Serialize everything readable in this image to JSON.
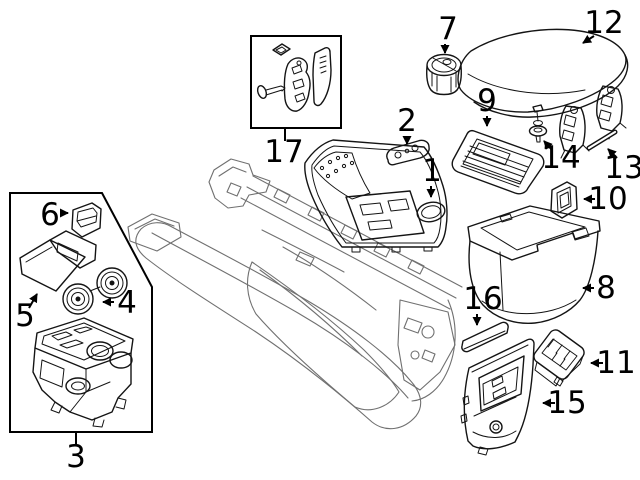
{
  "figure": {
    "type": "exploded-parts-diagram",
    "subject": "vehicle center console assembly",
    "background": "#ffffff",
    "part_line_color": "#141414",
    "body_line_color": "#707070",
    "label_color": "#000000"
  },
  "callouts": [
    {
      "num": "1"
    },
    {
      "num": "2"
    },
    {
      "num": "3"
    },
    {
      "num": "4"
    },
    {
      "num": "5"
    },
    {
      "num": "6"
    },
    {
      "num": "7"
    },
    {
      "num": "8"
    },
    {
      "num": "9"
    },
    {
      "num": "10"
    },
    {
      "num": "11"
    },
    {
      "num": "12"
    },
    {
      "num": "13"
    },
    {
      "num": "14"
    },
    {
      "num": "15"
    },
    {
      "num": "16"
    },
    {
      "num": "17"
    }
  ]
}
